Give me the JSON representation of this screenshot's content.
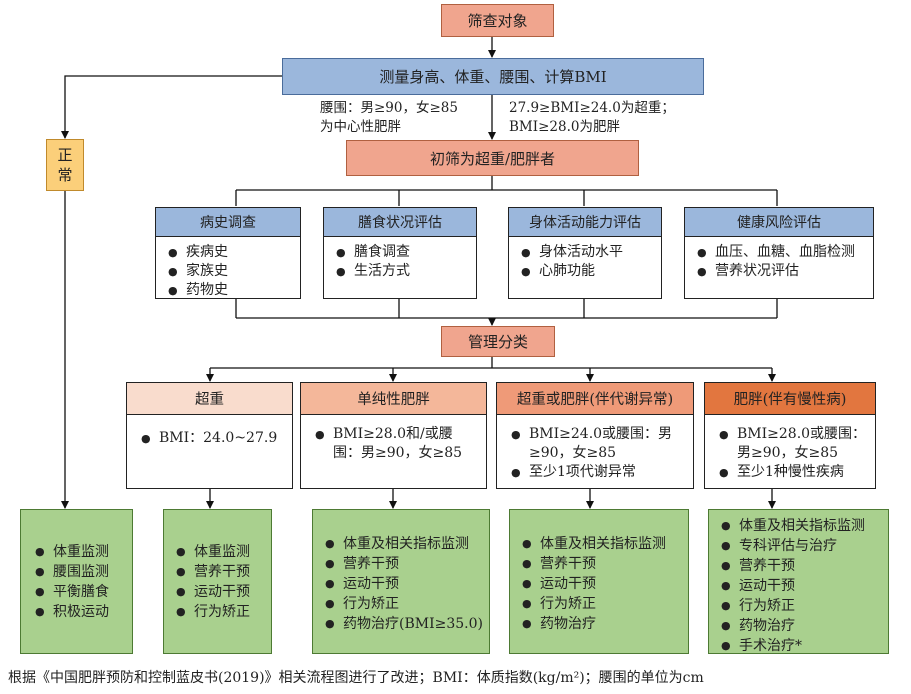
{
  "top": {
    "label": "筛查对象"
  },
  "measure": {
    "label": "测量身高、体重、腰围、计算BMI"
  },
  "criteria": {
    "left_line1": "腰围：男≥90，女≥85",
    "left_line2": "为中心性肥胖",
    "right_line1": "27.9≥BMI≥24.0为超重；",
    "right_line2": "BMI≥28.0为肥胖"
  },
  "normal": {
    "char1": "正",
    "char2": "常"
  },
  "initial": {
    "label": "初筛为超重/肥胖者"
  },
  "assessments": [
    {
      "title": "病史调查",
      "items": [
        "疾病史",
        "家族史",
        "药物史"
      ]
    },
    {
      "title": "膳食状况评估",
      "items": [
        "膳食调查",
        "生活方式"
      ]
    },
    {
      "title": "身体活动能力评估",
      "items": [
        "身体活动水平",
        "心肺功能"
      ]
    },
    {
      "title": "健康风险评估",
      "items": [
        "血压、血糖、血脂检测",
        "营养状况评估"
      ]
    }
  ],
  "classify": {
    "label": "管理分类"
  },
  "categories": [
    {
      "title": "超重",
      "color": "#f9dccd",
      "items": [
        "BMI：24.0~27.9"
      ]
    },
    {
      "title": "单纯性肥胖",
      "color": "#f4b79a",
      "items": [
        "BMI≥28.0和/或腰围：男≥90，女≥85"
      ]
    },
    {
      "title": "超重或肥胖(伴代谢异常)",
      "color": "#ef9a78",
      "items": [
        "BMI≥24.0或腰围：男≥90，女≥85",
        "至少1项代谢异常"
      ]
    },
    {
      "title": "肥胖(伴有慢性病)",
      "color": "#e2763f",
      "items": [
        "BMI≥28.0或腰围：男≥90，女≥85",
        "至少1种慢性疾病"
      ]
    }
  ],
  "interventions": [
    {
      "items": [
        "体重监测",
        "腰围监测",
        "平衡膳食",
        "积极运动"
      ]
    },
    {
      "items": [
        "体重监测",
        "营养干预",
        "运动干预",
        "行为矫正"
      ]
    },
    {
      "items": [
        "体重及相关指标监测",
        "营养干预",
        "运动干预",
        "行为矫正",
        "药物治疗(BMI≥35.0)"
      ]
    },
    {
      "items": [
        "体重及相关指标监测",
        "营养干预",
        "运动干预",
        "行为矫正",
        "药物治疗"
      ]
    },
    {
      "items": [
        "体重及相关指标监测",
        "专科评估与治疗",
        "营养干预",
        "运动干预",
        "行为矫正",
        "药物治疗",
        "手术治疗*"
      ]
    }
  ],
  "caption": "根据《中国肥胖预防和控制蓝皮书(2019)》相关流程图进行了改进；BMI：体质指数(kg/m²)；腰围的单位为cm",
  "colors": {
    "salmon": "#f0a58e",
    "blue": "#9bb7dc",
    "normal": "#fbcf7a",
    "green": "#a9d08e"
  }
}
